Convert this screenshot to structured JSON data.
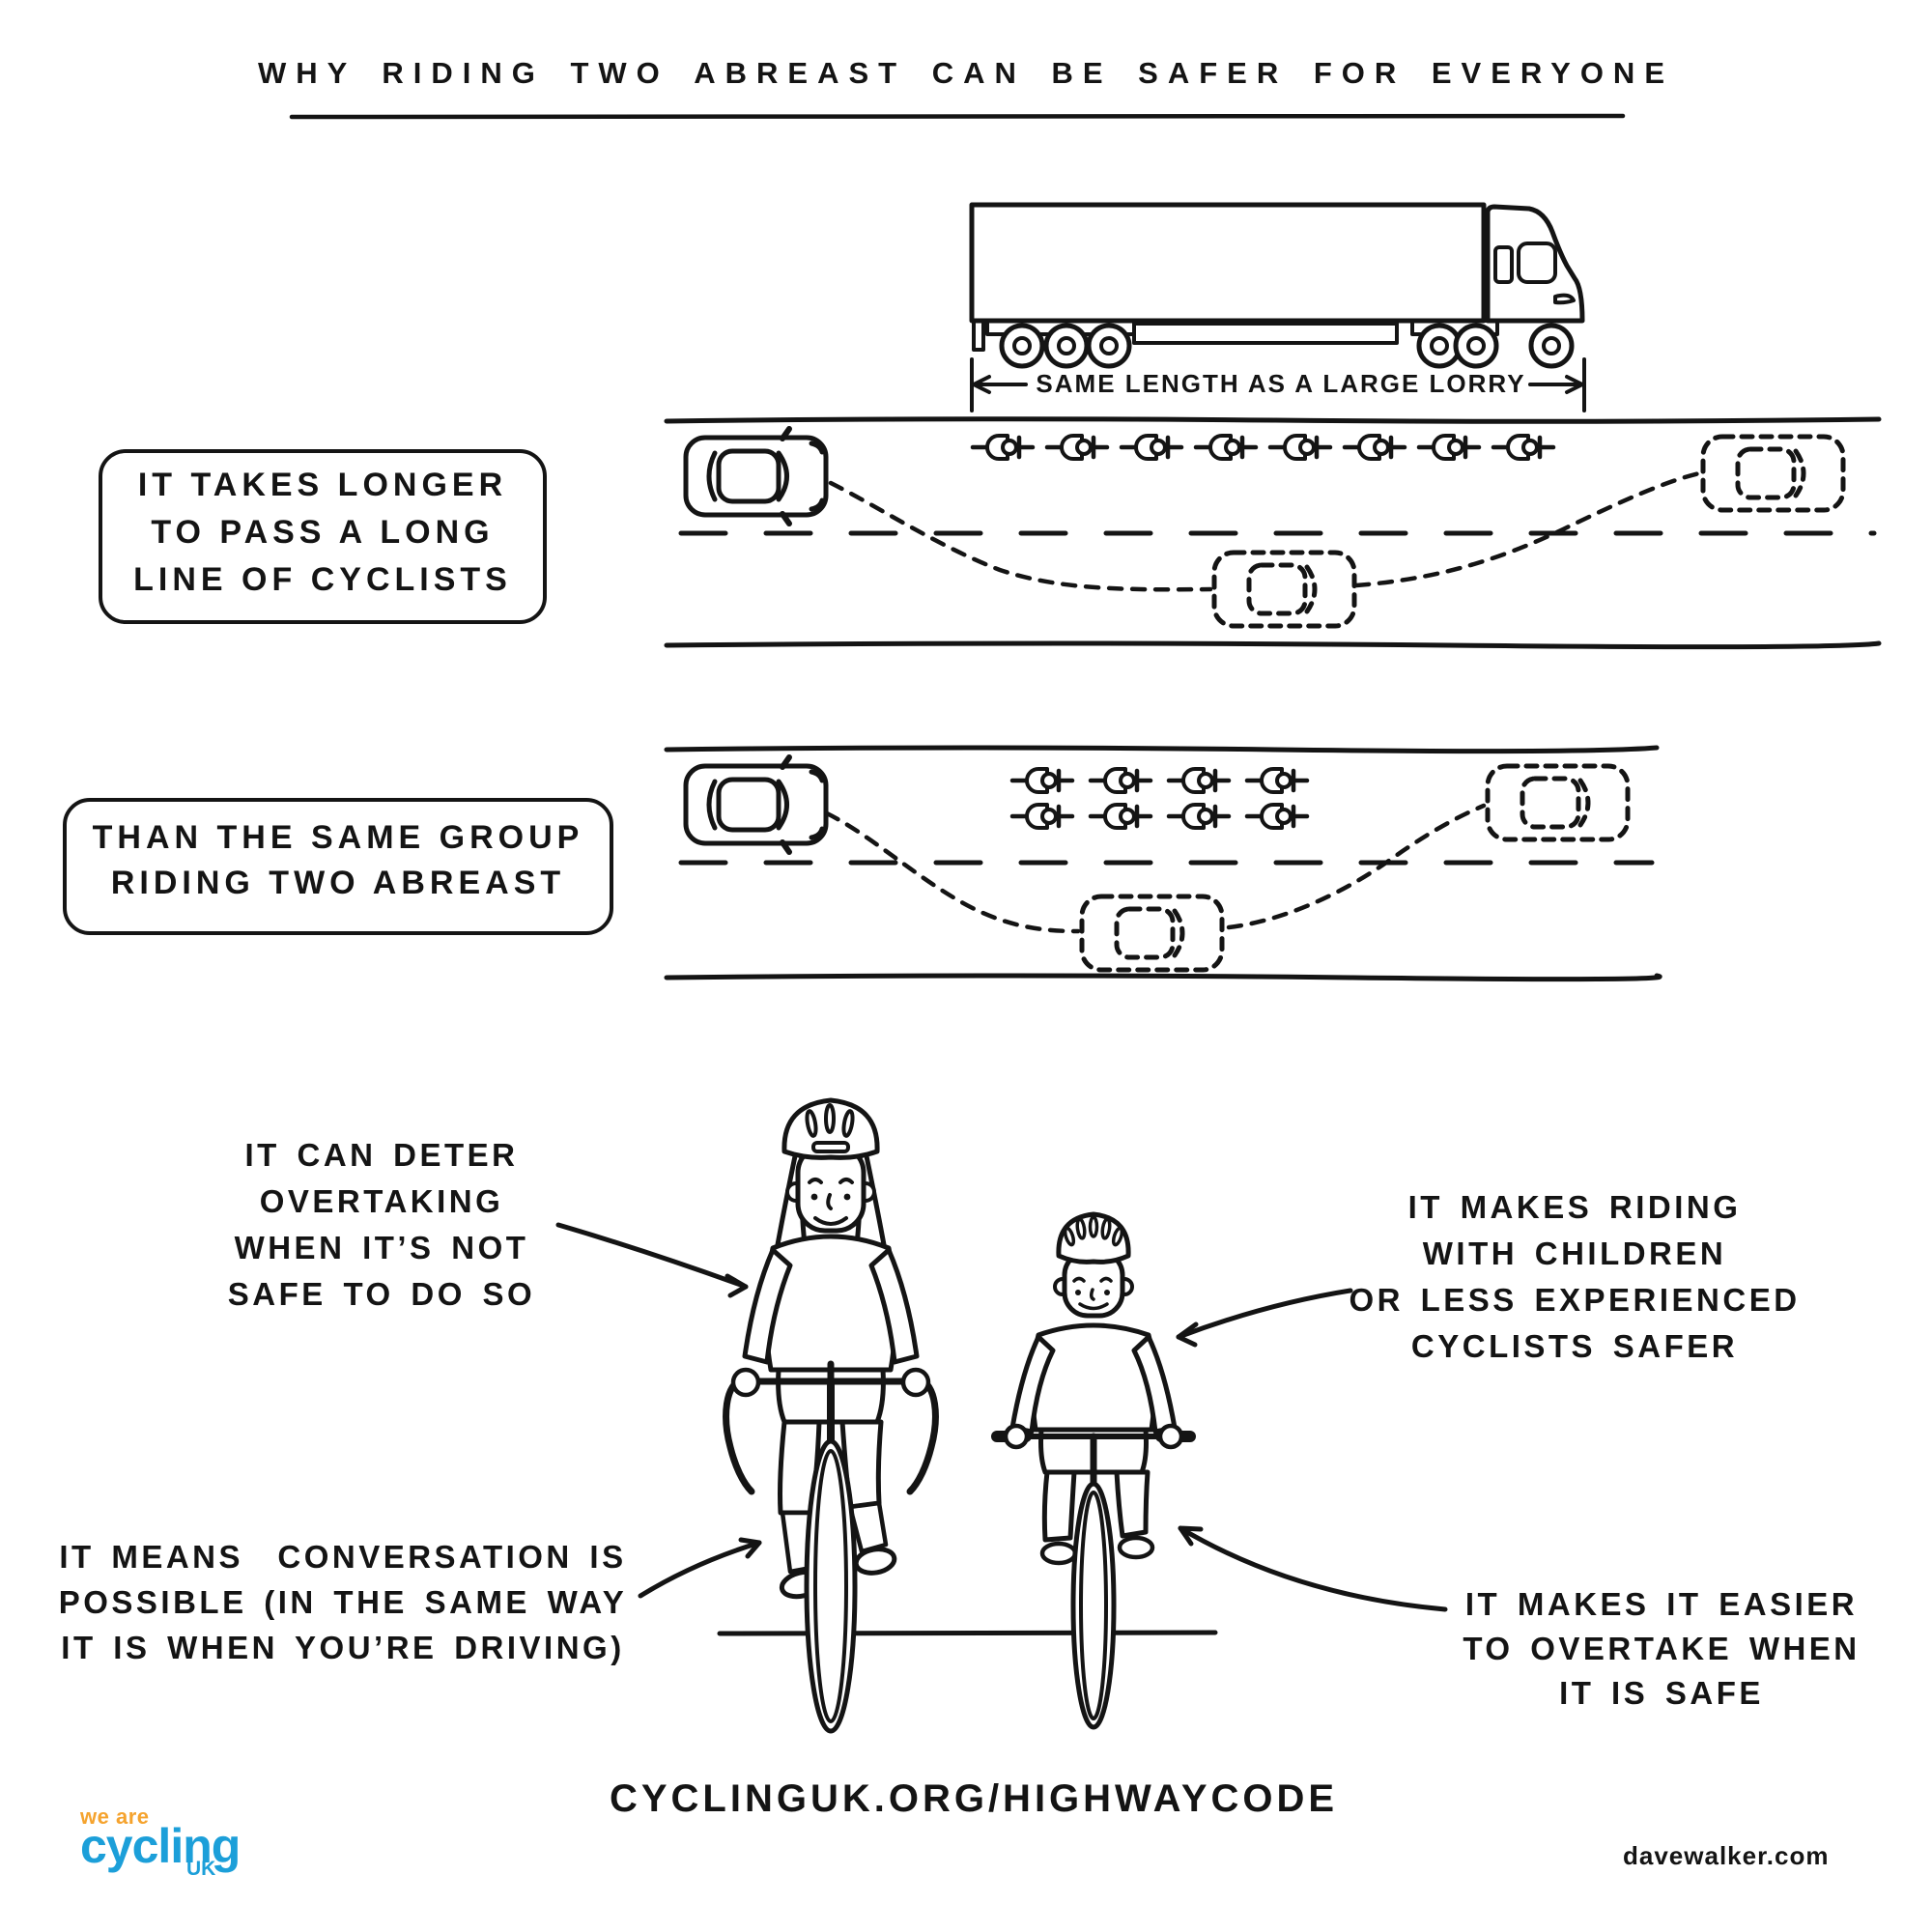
{
  "title": "WHY RIDING TWO ABREAST CAN BE SAFER FOR EVERYONE",
  "lorry": {
    "dimension_label": "SAME LENGTH AS A LARGE LORRY"
  },
  "scene_single_file": {
    "caption": [
      "IT TAKES LONGER",
      "TO PASS A LONG",
      "LINE OF CYCLISTS"
    ],
    "cyclist_count": 8,
    "formation": "single file"
  },
  "scene_two_abreast": {
    "caption": [
      "THAN THE SAME GROUP",
      "RIDING TWO ABREAST"
    ],
    "cyclist_count": 8,
    "formation": "two abreast"
  },
  "callouts": {
    "deter": [
      "IT CAN DETER",
      "OVERTAKING",
      "WHEN IT’S NOT",
      "SAFE TO DO SO"
    ],
    "children": [
      "IT MAKES RIDING",
      "WITH CHILDREN",
      "OR LESS EXPERIENCED",
      "CYCLISTS SAFER"
    ],
    "conversation": [
      "IT MEANS  CONVERSATION IS",
      "POSSIBLE (IN THE SAME WAY",
      "IT IS WHEN YOU’RE DRIVING)"
    ],
    "overtake": [
      "IT MAKES IT EASIER",
      "TO OVERTAKE WHEN",
      "IT IS SAFE"
    ]
  },
  "footer": {
    "url": "CYCLINGUK.ORG/HIGHWAYCODE",
    "credit": "davewalker.com"
  },
  "logo": {
    "line1": "we are",
    "line2": "cycling",
    "line3": "UK",
    "orange": "#F5A32E",
    "blue": "#1C9FD9"
  },
  "colors": {
    "ink": "#141414",
    "background": "#ffffff"
  }
}
